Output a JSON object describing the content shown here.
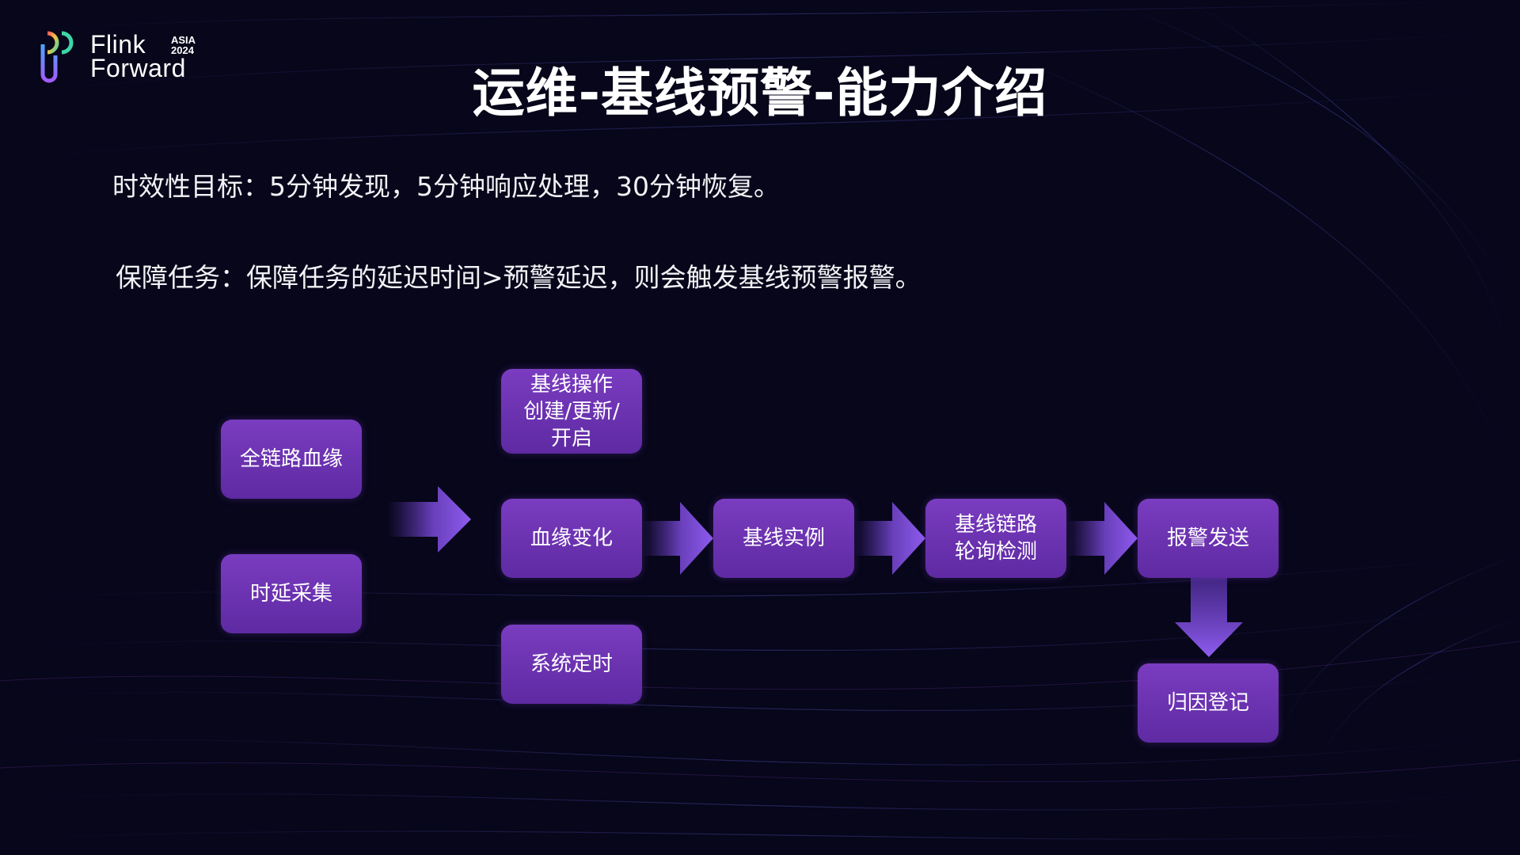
{
  "logo": {
    "word1": "Flink",
    "word2": "Forward",
    "badge_region": "ASIA",
    "badge_year": "2024"
  },
  "title": "运维-基线预警-能力介绍",
  "lines": {
    "timeliness": "时效性目标：5分钟发现，5分钟响应处理，30分钟恢复。",
    "guarantee": "保障任务：保障任务的延迟时间>预警延迟，则会触发基线预警报警。"
  },
  "nodes": {
    "full_lineage": "全链路血缘",
    "latency_collect": "时延采集",
    "baseline_op": "基线操作\n创建/更新/\n开启",
    "lineage_change": "血缘变化",
    "system_timer": "系统定时",
    "baseline_instance": "基线实例",
    "poll_detect": "基线链路\n轮询检测",
    "alert_send": "报警发送",
    "attribution": "归因登记"
  },
  "colors": {
    "background": "#07061a",
    "node_fill": "#6a32b0",
    "arrow": "#8a55e0",
    "title": "#ffffff"
  }
}
